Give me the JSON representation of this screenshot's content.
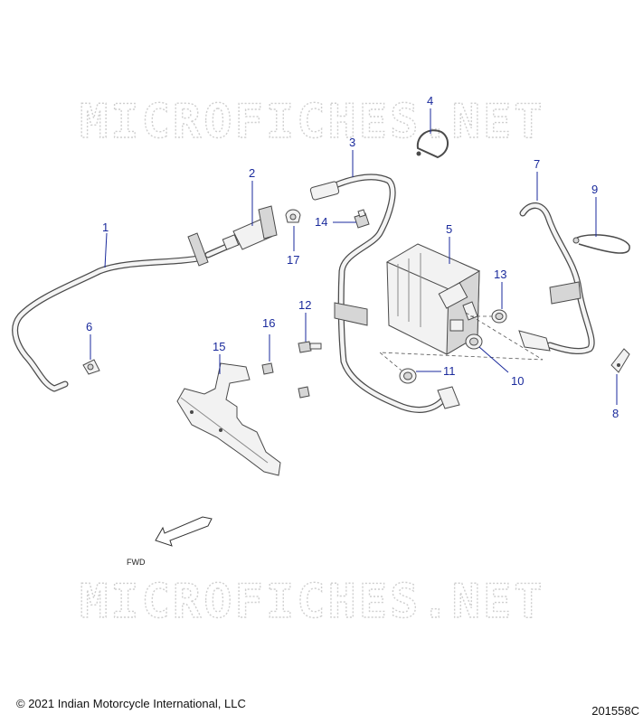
{
  "watermark": "MICROFICHES.NET",
  "fwd_label": "FWD",
  "copyright": "© 2021 Indian Motorcycle International, LLC",
  "diagram_id": "201558C",
  "callouts": [
    "1",
    "2",
    "3",
    "4",
    "5",
    "6",
    "7",
    "8",
    "9",
    "10",
    "11",
    "12",
    "13",
    "14",
    "15",
    "16",
    "17"
  ],
  "colors": {
    "callout": "#1a2a9c",
    "linework": "#4a4a4a",
    "watermark": "#cfcfcf"
  }
}
